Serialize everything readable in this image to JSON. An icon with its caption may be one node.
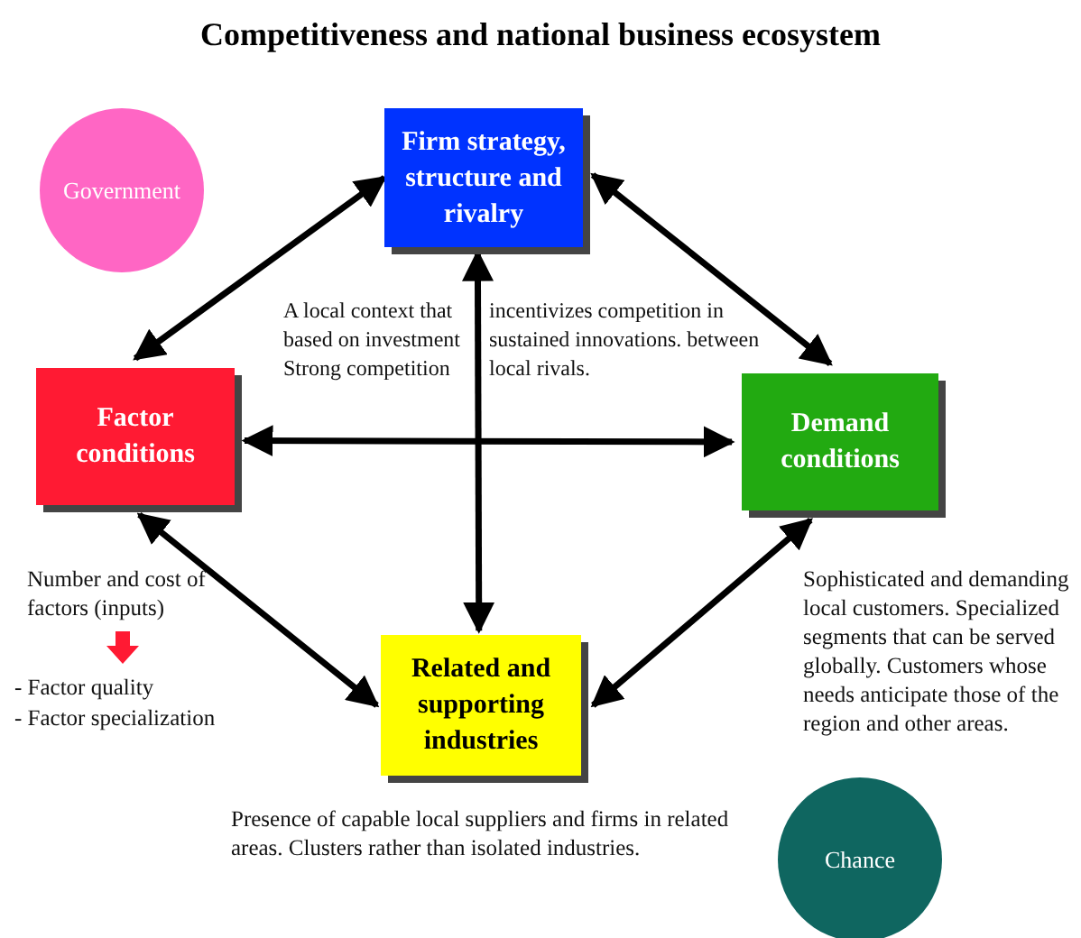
{
  "diagram": {
    "title": "Competitiveness and national business ecosystem",
    "nodes": [
      {
        "text": [
          "Government"
        ]
      },
      {
        "text": [
          "Firm strategy, structure and rivalry"
        ]
      },
      {
        "text": [
          "Factor conditions"
        ],
        "beside": [
          "Number and cost of factors (inputs)",
          "- Factor quality",
          "- Factor specialization"
        ]
      },
      {
        "text": [
          "Demand conditions"
        ],
        "beside": [
          "Sophisticated and demanding local customers. Specialized segments that can be served globally. Customers whose needs anticipate those of the region and other areas."
        ]
      },
      {
        "text": [
          "Related and supporting industries"
        ],
        "beside": [
          "Presence of capable local suppliers and firms in related areas. Clusters rather than isolated industries."
        ]
      },
      {
        "text": [
          "Chance"
        ]
      }
    ],
    "edges": [
      {
        "from": 1,
        "to": 2,
        "arrow": "both"
      },
      {
        "from": 1,
        "to": 3,
        "arrow": "both"
      },
      {
        "from": 1,
        "to": 4,
        "arrow": "both"
      },
      {
        "from": 2,
        "to": 3,
        "arrow": "both"
      },
      {
        "from": 2,
        "to": 4,
        "arrow": "both"
      },
      {
        "from": 3,
        "to": 4,
        "arrow": "both"
      }
    ],
    "labels": [
      "A local context that based on investment Strong competition",
      "incentivizes competition in sustained innovations. between local rivals."
    ]
  }
}
